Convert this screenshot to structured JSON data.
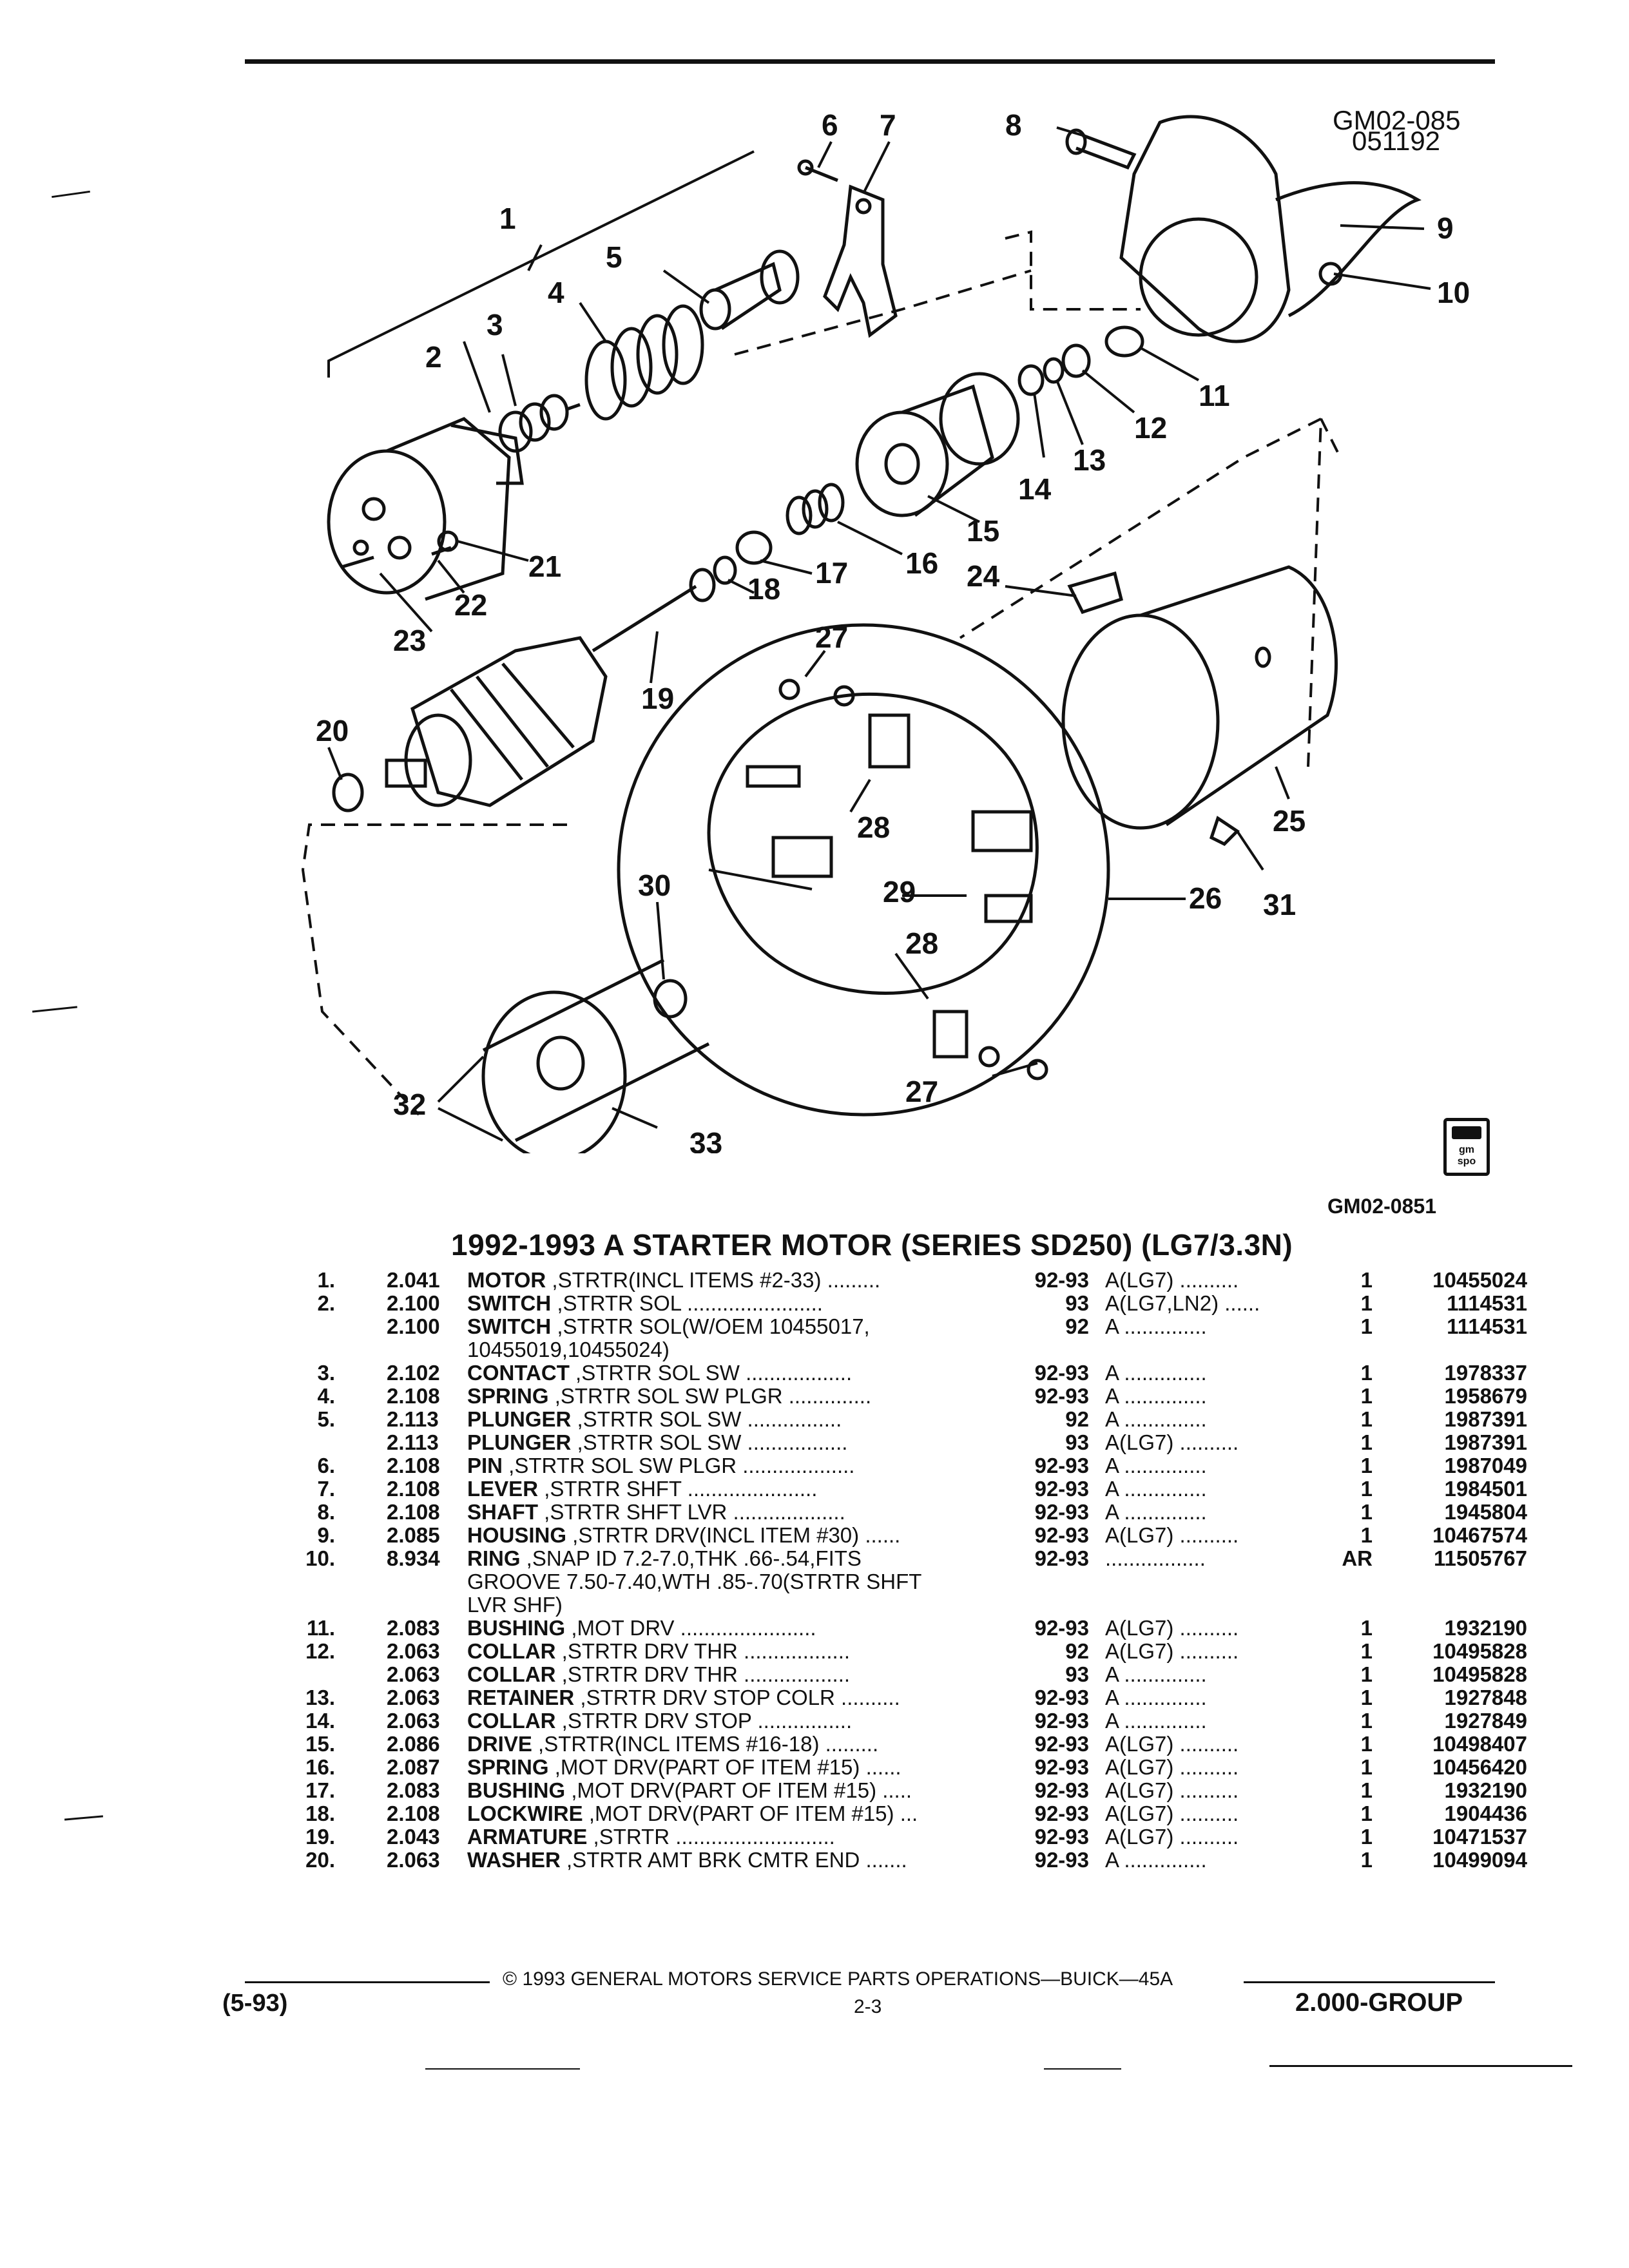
{
  "header": {
    "code_line1": "GM02-085",
    "code_line2": "051192",
    "figure_code": "GM02-0851"
  },
  "diagram": {
    "callouts": [
      "1",
      "2",
      "3",
      "4",
      "5",
      "6",
      "7",
      "8",
      "9",
      "10",
      "11",
      "12",
      "13",
      "14",
      "15",
      "16",
      "17",
      "18",
      "19",
      "20",
      "21",
      "22",
      "23",
      "24",
      "25",
      "26",
      "27",
      "28",
      "29",
      "30",
      "31",
      "32",
      "33"
    ],
    "logo_text": "gm spo"
  },
  "title": "1992-1993 A STARTER MOTOR (SERIES SD250) (LG7/3.3N)",
  "rows": [
    {
      "no": "1.",
      "grp": "2.041",
      "name": "MOTOR",
      "desc": " ,STRTR(INCL ITEMS #2-33) .........",
      "yr": "92-93",
      "mdl": "A(LG7) ..........",
      "qty": "1",
      "pn": "10455024"
    },
    {
      "no": "2.",
      "grp": "2.100",
      "name": "SWITCH",
      "desc": " ,STRTR SOL .......................",
      "yr": "93",
      "mdl": "A(LG7,LN2) ......",
      "qty": "1",
      "pn": "1114531"
    },
    {
      "no": "",
      "grp": "2.100",
      "name": "SWITCH",
      "desc": " ,STRTR SOL(W/OEM 10455017,",
      "yr": "92",
      "mdl": "A ..............",
      "qty": "1",
      "pn": "1114531"
    },
    {
      "no": "",
      "grp": "",
      "name": "",
      "desc": "10455019,10455024)",
      "yr": "",
      "mdl": "",
      "qty": "",
      "pn": ""
    },
    {
      "no": "3.",
      "grp": "2.102",
      "name": "CONTACT",
      "desc": " ,STRTR SOL SW ..................",
      "yr": "92-93",
      "mdl": "A ..............",
      "qty": "1",
      "pn": "1978337"
    },
    {
      "no": "4.",
      "grp": "2.108",
      "name": "SPRING",
      "desc": " ,STRTR SOL SW PLGR ..............",
      "yr": "92-93",
      "mdl": "A ..............",
      "qty": "1",
      "pn": "1958679"
    },
    {
      "no": "5.",
      "grp": "2.113",
      "name": "PLUNGER",
      "desc": " ,STRTR SOL SW ................",
      "yr": "92",
      "mdl": "A ..............",
      "qty": "1",
      "pn": "1987391"
    },
    {
      "no": "",
      "grp": "2.113",
      "name": "PLUNGER",
      "desc": " ,STRTR SOL SW .................",
      "yr": "93",
      "mdl": "A(LG7) ..........",
      "qty": "1",
      "pn": "1987391"
    },
    {
      "no": "6.",
      "grp": "2.108",
      "name": "PIN",
      "desc": " ,STRTR SOL SW PLGR ...................",
      "yr": "92-93",
      "mdl": "A ..............",
      "qty": "1",
      "pn": "1987049"
    },
    {
      "no": "7.",
      "grp": "2.108",
      "name": "LEVER",
      "desc": " ,STRTR SHFT ......................",
      "yr": "92-93",
      "mdl": "A ..............",
      "qty": "1",
      "pn": "1984501"
    },
    {
      "no": "8.",
      "grp": "2.108",
      "name": "SHAFT",
      "desc": " ,STRTR SHFT LVR ...................",
      "yr": "92-93",
      "mdl": "A ..............",
      "qty": "1",
      "pn": "1945804"
    },
    {
      "no": "9.",
      "grp": "2.085",
      "name": "HOUSING",
      "desc": " ,STRTR DRV(INCL ITEM #30) ......",
      "yr": "92-93",
      "mdl": "A(LG7) ..........",
      "qty": "1",
      "pn": "10467574"
    },
    {
      "no": "10.",
      "grp": "8.934",
      "name": "RING",
      "desc": " ,SNAP ID 7.2-7.0,THK .66-.54,FITS",
      "yr": "92-93",
      "mdl": ".................",
      "qty": "AR",
      "pn": "11505767"
    },
    {
      "no": "",
      "grp": "",
      "name": "",
      "desc": "GROOVE 7.50-7.40,WTH .85-.70(STRTR SHFT",
      "yr": "",
      "mdl": "",
      "qty": "",
      "pn": ""
    },
    {
      "no": "",
      "grp": "",
      "name": "",
      "desc": "LVR SHF)",
      "yr": "",
      "mdl": "",
      "qty": "",
      "pn": ""
    },
    {
      "no": "11.",
      "grp": "2.083",
      "name": "BUSHING",
      "desc": " ,MOT DRV .......................",
      "yr": "92-93",
      "mdl": "A(LG7) ..........",
      "qty": "1",
      "pn": "1932190"
    },
    {
      "no": "12.",
      "grp": "2.063",
      "name": "COLLAR",
      "desc": " ,STRTR DRV THR ..................",
      "yr": "92",
      "mdl": "A(LG7) ..........",
      "qty": "1",
      "pn": "10495828"
    },
    {
      "no": "",
      "grp": "2.063",
      "name": "COLLAR",
      "desc": " ,STRTR DRV THR ..................",
      "yr": "93",
      "mdl": "A ..............",
      "qty": "1",
      "pn": "10495828"
    },
    {
      "no": "13.",
      "grp": "2.063",
      "name": "RETAINER",
      "desc": " ,STRTR DRV STOP COLR ..........",
      "yr": "92-93",
      "mdl": "A ..............",
      "qty": "1",
      "pn": "1927848"
    },
    {
      "no": "14.",
      "grp": "2.063",
      "name": "COLLAR",
      "desc": " ,STRTR DRV STOP ................",
      "yr": "92-93",
      "mdl": "A ..............",
      "qty": "1",
      "pn": "1927849"
    },
    {
      "no": "15.",
      "grp": "2.086",
      "name": "DRIVE",
      "desc": " ,STRTR(INCL ITEMS #16-18) .........",
      "yr": "92-93",
      "mdl": "A(LG7) ..........",
      "qty": "1",
      "pn": "10498407"
    },
    {
      "no": "16.",
      "grp": "2.087",
      "name": "SPRING",
      "desc": " ,MOT DRV(PART OF ITEM #15) ......",
      "yr": "92-93",
      "mdl": "A(LG7) ..........",
      "qty": "1",
      "pn": "10456420"
    },
    {
      "no": "17.",
      "grp": "2.083",
      "name": "BUSHING",
      "desc": " ,MOT DRV(PART OF ITEM #15) .....",
      "yr": "92-93",
      "mdl": "A(LG7) ..........",
      "qty": "1",
      "pn": "1932190"
    },
    {
      "no": "18.",
      "grp": "2.108",
      "name": "LOCKWIRE",
      "desc": " ,MOT DRV(PART OF ITEM #15) ...",
      "yr": "92-93",
      "mdl": "A(LG7) ..........",
      "qty": "1",
      "pn": "1904436"
    },
    {
      "no": "19.",
      "grp": "2.043",
      "name": "ARMATURE",
      "desc": " ,STRTR ...........................",
      "yr": "92-93",
      "mdl": "A(LG7) ..........",
      "qty": "1",
      "pn": "10471537"
    },
    {
      "no": "20.",
      "grp": "2.063",
      "name": "WASHER",
      "desc": " ,STRTR AMT BRK CMTR END .......",
      "yr": "92-93",
      "mdl": "A ..............",
      "qty": "1",
      "pn": "10499094"
    }
  ],
  "footer": {
    "center": "© 1993 GENERAL MOTORS SERVICE PARTS OPERATIONS—BUICK—45A",
    "left": "(5-93)",
    "page": "2-3",
    "right": "2.000-GROUP"
  }
}
